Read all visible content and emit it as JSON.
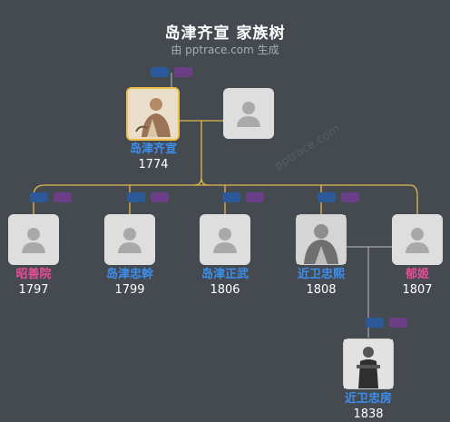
{
  "header": {
    "title": "岛津齐宣 家族树",
    "subtitle": "由 pptrace.com 生成",
    "watermark": "pptrace.com"
  },
  "colors": {
    "background": "#454a50",
    "male_name": "#3b8ff0",
    "female_name": "#ea4c9a",
    "connector_main": "#e0b84c",
    "connector_alt": "#b9bcc0",
    "focus_border": "#f0c04e",
    "badge_blue": "#2c5a99",
    "badge_purple": "#6b3f88"
  },
  "people": [
    {
      "id": "p-nariyoshi",
      "name": "岛津齐宣",
      "year": "1774",
      "gender": "male",
      "icon": "portrait-photo",
      "focus": true
    },
    {
      "id": "p-spouse",
      "name": "",
      "year": "",
      "gender": "unknown",
      "icon": "person-placeholder-icon"
    },
    {
      "id": "p-shozenin",
      "name": "昭善院",
      "year": "1797",
      "gender": "female",
      "icon": "person-placeholder-icon"
    },
    {
      "id": "p-tadamoto",
      "name": "岛津忠幹",
      "year": "1799",
      "gender": "male",
      "icon": "person-placeholder-icon"
    },
    {
      "id": "p-masatake",
      "name": "岛津正武",
      "year": "1806",
      "gender": "male",
      "icon": "person-placeholder-icon"
    },
    {
      "id": "p-tadahiro",
      "name": "近卫忠熙",
      "year": "1808",
      "gender": "male",
      "icon": "portrait-photo"
    },
    {
      "id": "p-ikuhime",
      "name": "郁姬",
      "year": "1807",
      "gender": "female",
      "icon": "person-placeholder-icon"
    },
    {
      "id": "p-tadafusa",
      "name": "近卫忠房",
      "year": "1838",
      "gender": "male",
      "icon": "portrait-photo"
    }
  ]
}
